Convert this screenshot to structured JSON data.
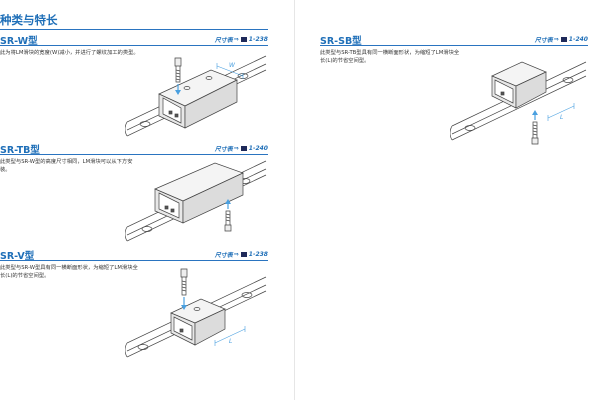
{
  "header": {
    "title": "种类与特长"
  },
  "sections": [
    {
      "name": "SR-W型",
      "ref_label": "尺寸表",
      "ref_arrow": "⇒",
      "ref_page": "1-238",
      "desc": "此为将LM滑块的宽度(W)减小，并进行了螺纹加工的类型。",
      "dim_label": "W"
    },
    {
      "name": "SR-TB型",
      "ref_label": "尺寸表",
      "ref_arrow": "⇒",
      "ref_page": "1-240",
      "desc": "此类型与SR-W型的高度尺寸相同，LM滑块可以从下方安装。"
    },
    {
      "name": "SR-V型",
      "ref_label": "尺寸表",
      "ref_arrow": "⇒",
      "ref_page": "1-238",
      "desc": "此类型与SR-W型具有同一横断面形状，为缩短了LM滑块全长(L)的节省空间型。",
      "dim_label": "L"
    },
    {
      "name": "SR-SB型",
      "ref_label": "尺寸表",
      "ref_arrow": "⇒",
      "ref_page": "1-240",
      "desc": "此类型与SR-TB型具有同一横断面形状，为缩短了LM滑块全长(L)的节省空间型。",
      "dim_label": "L"
    }
  ],
  "colors": {
    "accent": "#1f6fb8",
    "rule": "#2a74c0",
    "dimension": "#4aa0e0"
  }
}
